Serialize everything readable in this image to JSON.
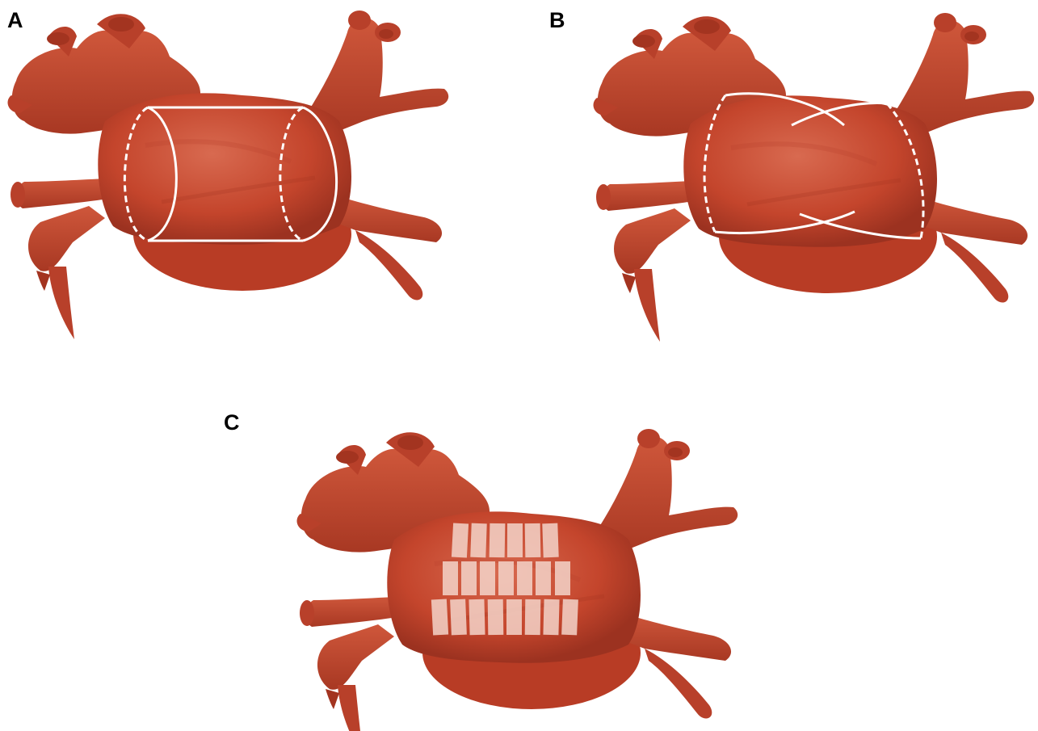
{
  "figure": {
    "panels": [
      {
        "label": "A",
        "overlay": "cylinder"
      },
      {
        "label": "B",
        "overlay": "crossed-wrap"
      },
      {
        "label": "C",
        "overlay": "patch-grid"
      }
    ]
  },
  "colors": {
    "tissue": "#c4452c",
    "tissue_dark": "#9c3220",
    "tissue_light": "#d86a50",
    "overlay": "#ffffff",
    "patch_fill": "#f3d3c9"
  }
}
